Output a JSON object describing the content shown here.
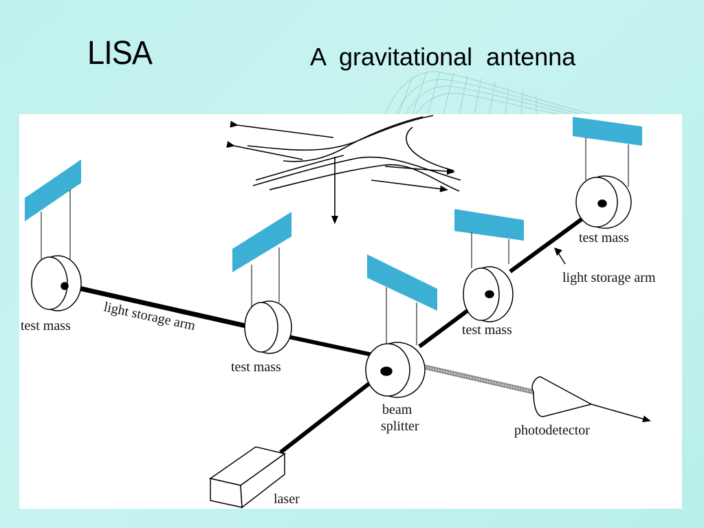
{
  "slide": {
    "title": "LISA",
    "subtitle": "A  gravitational  antenna"
  },
  "diagram": {
    "labels": {
      "test_mass_left": "test mass",
      "test_mass_mid": "test mass",
      "test_mass_right": "test mass",
      "test_mass_far": "test mass",
      "light_storage_arm_left": "light storage arm",
      "light_storage_arm_right": "light storage arm",
      "beam": "beam",
      "splitter": "splitter",
      "photodetector": "photodetector",
      "laser": "laser"
    },
    "colors": {
      "background": "#bff1ee",
      "mirror": "#2aa7cf",
      "arm": "#000000",
      "detector_beam": "#8a8a8a"
    }
  }
}
